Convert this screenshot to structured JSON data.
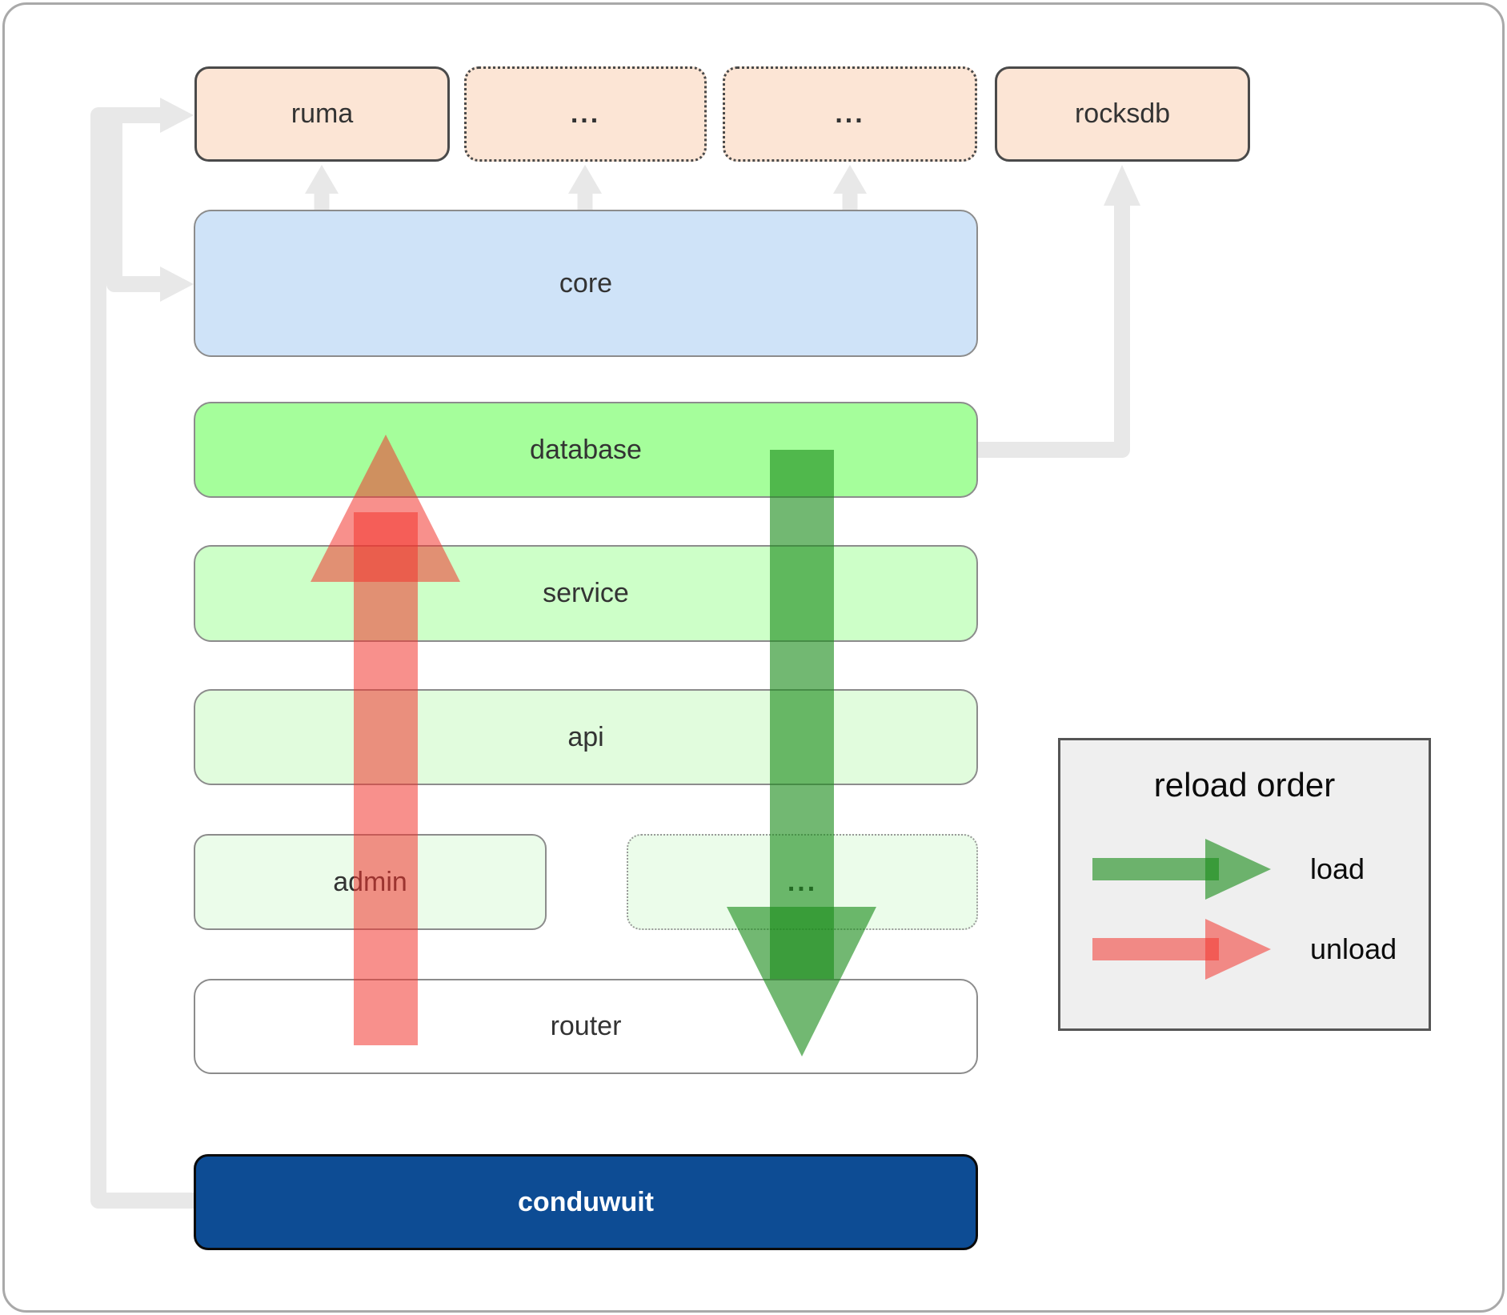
{
  "diagram": {
    "nodes": {
      "ruma": "ruma",
      "ext_top_1": "...",
      "ext_top_2": "...",
      "rocksdb": "rocksdb",
      "core": "core",
      "database": "database",
      "service": "service",
      "api": "api",
      "admin": "admin",
      "ext_admin": "...",
      "router": "router",
      "conduwuit": "conduwuit"
    }
  },
  "legend": {
    "title": "reload order",
    "items": [
      {
        "label": "load"
      },
      {
        "label": "unload"
      }
    ]
  },
  "colors": {
    "node_peach": "#fce5d5",
    "node_blue": "#cfe3f8",
    "node_green_bright": "#a5fe9b",
    "node_green_light": "#cdffc8",
    "node_green_lighter": "#e1fcdd",
    "node_green_faint": "#ebfcea",
    "node_white": "#ffffff",
    "node_navy": "#0d4c94",
    "border_dark": "#4a4a4a",
    "border_gray": "#8c8c8c",
    "border_gray_light": "#999999",
    "connector_gray": "#e8e8e8",
    "load_green": "#1b8c1b",
    "unload_red": "#f2342e",
    "legend_bg": "#efefef",
    "text_dark": "#333333"
  }
}
